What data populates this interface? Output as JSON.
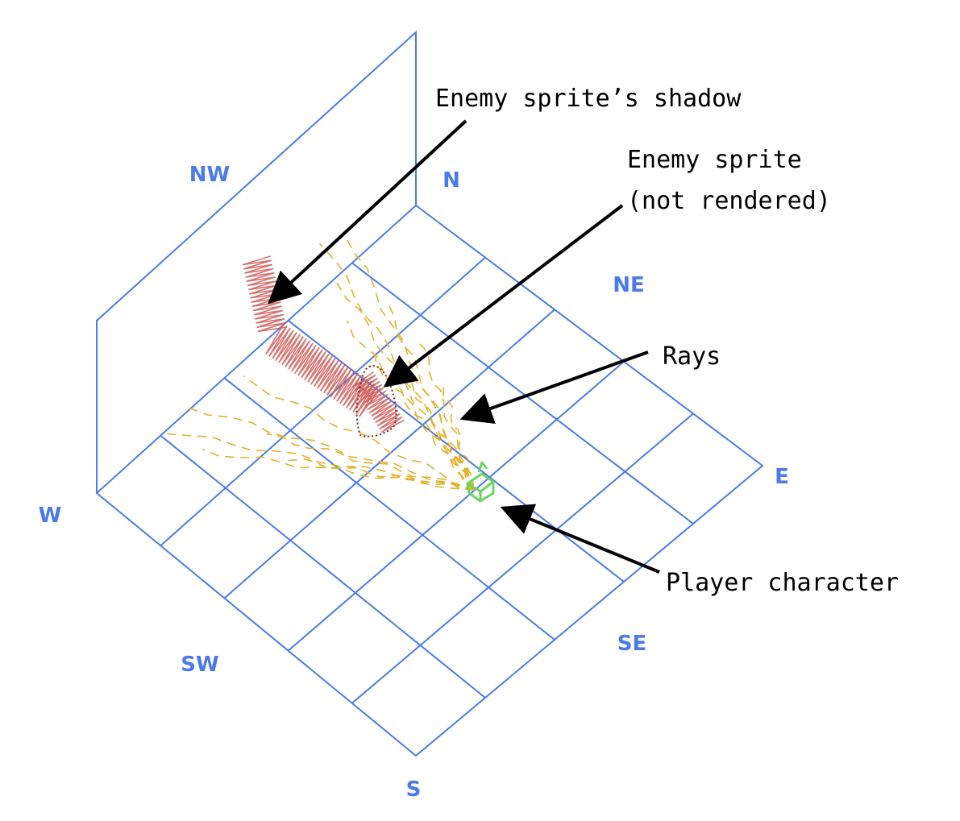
{
  "compass": {
    "nw": "NW",
    "n": "N",
    "ne": "NE",
    "e": "E",
    "w": "W",
    "sw": "SW",
    "se": "SE",
    "s": "S"
  },
  "callouts": {
    "shadow": "Enemy sprite’s shadow",
    "sprite_line1": "Enemy sprite",
    "sprite_line2": "(not rendered)",
    "rays": "Rays",
    "player": "Player character"
  },
  "colors": {
    "grid": "#4a7be8",
    "rays": "#e3b12a",
    "shadow": "#cf5a57",
    "sprite_outline": "#8a1f1f",
    "player": "#6bd468",
    "text": "#000000"
  }
}
